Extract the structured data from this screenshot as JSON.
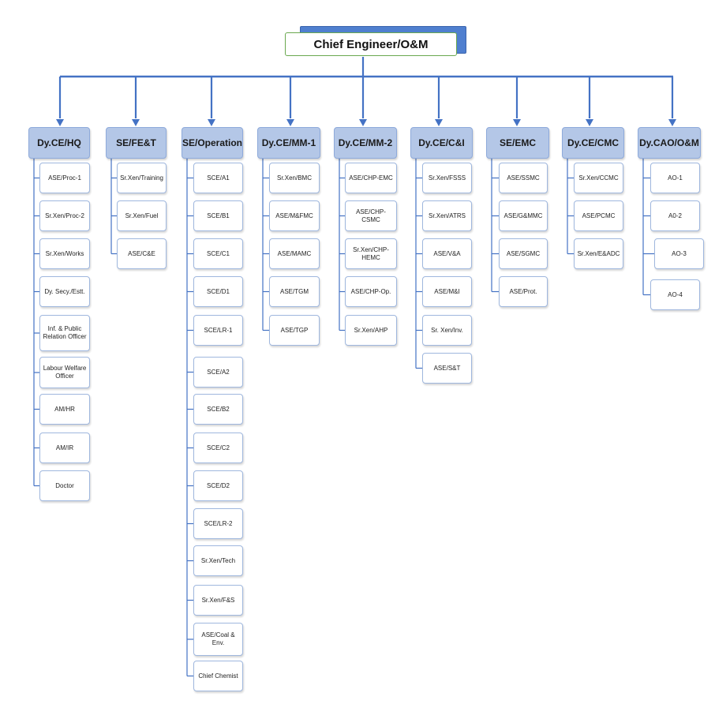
{
  "root": {
    "title": "Chief Engineer/O&M"
  },
  "columns": [
    {
      "head": "Dy.CE/HQ",
      "items": [
        "ASE/Proc-1",
        "Sr.Xen/Proc-2",
        "Sr.Xen/Works",
        "Dy. Secy./Estt.",
        "Inf. & Public Relation Officer",
        "Labour Welfare Officer",
        "AM/HR",
        "AM/IR",
        "Doctor"
      ]
    },
    {
      "head": "SE/FE&T",
      "items": [
        "Sr.Xen/Training",
        "Sr.Xen/Fuel",
        "ASE/C&E"
      ]
    },
    {
      "head": "SE/Operation",
      "items": [
        "SCE/A1",
        "SCE/B1",
        "SCE/C1",
        "SCE/D1",
        "SCE/LR-1",
        "SCE/A2",
        "SCE/B2",
        "SCE/C2",
        "SCE/D2",
        "SCE/LR-2",
        "Sr.Xen/Tech",
        "Sr.Xen/F&S",
        "ASE/Coal & Env.",
        "Chief Chemist"
      ]
    },
    {
      "head": "Dy.CE/MM-1",
      "items": [
        "Sr.Xen/BMC",
        "ASE/M&FMC",
        "ASE/MAMC",
        "ASE/TGM",
        "ASE/TGP"
      ]
    },
    {
      "head": "Dy.CE/MM-2",
      "items": [
        "ASE/CHP-EMC",
        "ASE/CHP-CSMC",
        "Sr.Xen/CHP-HEMC",
        "ASE/CHP-Op.",
        "Sr.Xen/AHP"
      ]
    },
    {
      "head": "Dy.CE/C&I",
      "items": [
        "Sr.Xen/FSSS",
        "Sr.Xen/ATRS",
        "ASE/V&A",
        "ASE/M&I",
        "Sr. Xen/Inv.",
        "ASE/S&T"
      ]
    },
    {
      "head": "SE/EMC",
      "items": [
        "ASE/SSMC",
        "ASE/G&MMC",
        "ASE/SGMC",
        "ASE/Prot."
      ]
    },
    {
      "head": "Dy.CE/CMC",
      "items": [
        "Sr.Xen/CCMC",
        "ASE/PCMC",
        "Sr.Xen/E&ADC"
      ]
    },
    {
      "head": "Dy.CAO/O&M",
      "items": [
        "AO-1",
        "A0-2",
        "AO-3",
        "AO-4"
      ]
    }
  ],
  "colors": {
    "connector": "#4472c4",
    "head_fill": "#b4c7e7",
    "root_border": "#6aa84f",
    "node_border": "#9fb7de"
  }
}
